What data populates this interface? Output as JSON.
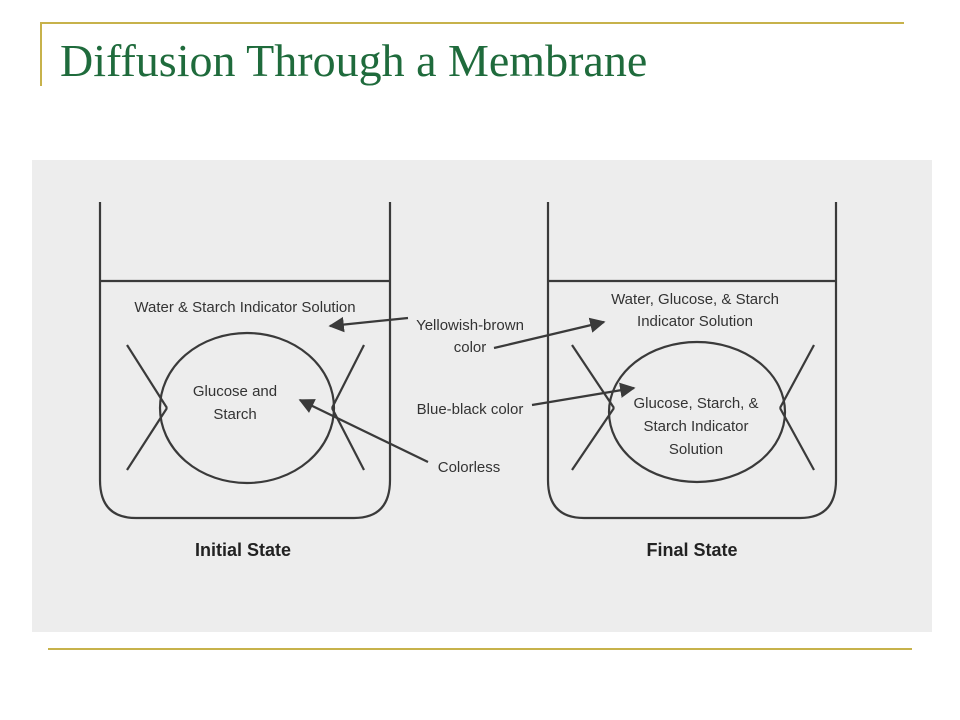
{
  "title": "Diffusion Through a Membrane",
  "colors": {
    "title": "#1f6b3c",
    "accent_rule": "#c7b24b",
    "figure_background": "#ededed",
    "line": "#3a3a3a"
  },
  "diagram": {
    "initial": {
      "caption": "Initial State",
      "liquid_label": "Water & Starch Indicator Solution",
      "membrane_label_line1": "Glucose and",
      "membrane_label_line2": "Starch"
    },
    "final": {
      "caption": "Final State",
      "liquid_label_line1": "Water, Glucose, & Starch",
      "liquid_label_line2": "Indicator Solution",
      "membrane_label_line1": "Glucose, Starch, &",
      "membrane_label_line2": "Starch Indicator",
      "membrane_label_line3": "Solution"
    },
    "callouts": {
      "yellowish_line1": "Yellowish-brown",
      "yellowish_line2": "color",
      "blue_black": "Blue-black color",
      "colorless": "Colorless"
    }
  }
}
